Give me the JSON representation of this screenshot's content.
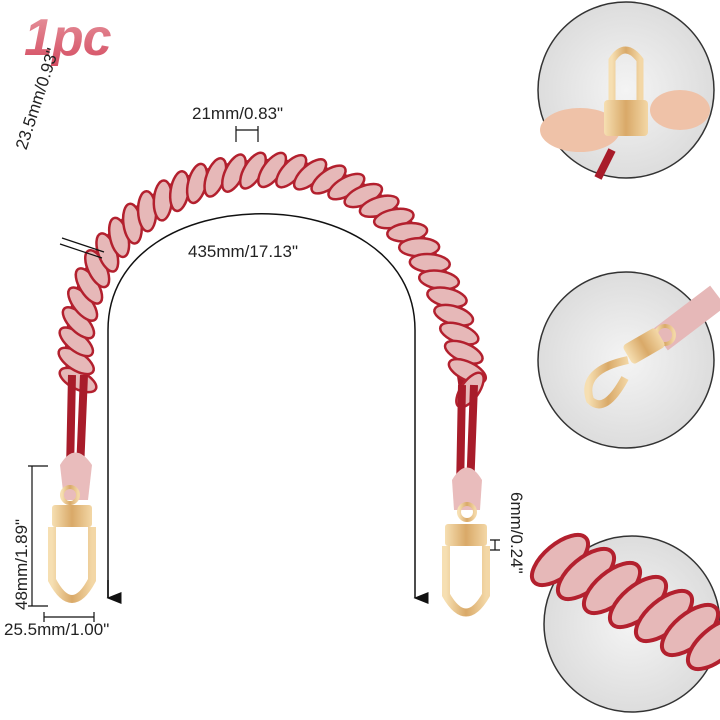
{
  "badge": "1pc",
  "dimensions": {
    "link_width": "21mm/0.83\"",
    "link_length": "23.5mm/0.93\"",
    "strap_length": "435mm/17.13\"",
    "clasp_height": "48mm/1.89\"",
    "clasp_width": "25.5mm/1.00\"",
    "ring_size": "6mm/0.24\""
  },
  "colors": {
    "badge": "#d9566a",
    "leather_pink": "#e6b8b8",
    "leather_red": "#b3202e",
    "gold": "#e8c48a"
  },
  "detail_views": [
    "clasp-in-hand",
    "clasp-closeup",
    "braid-closeup"
  ]
}
